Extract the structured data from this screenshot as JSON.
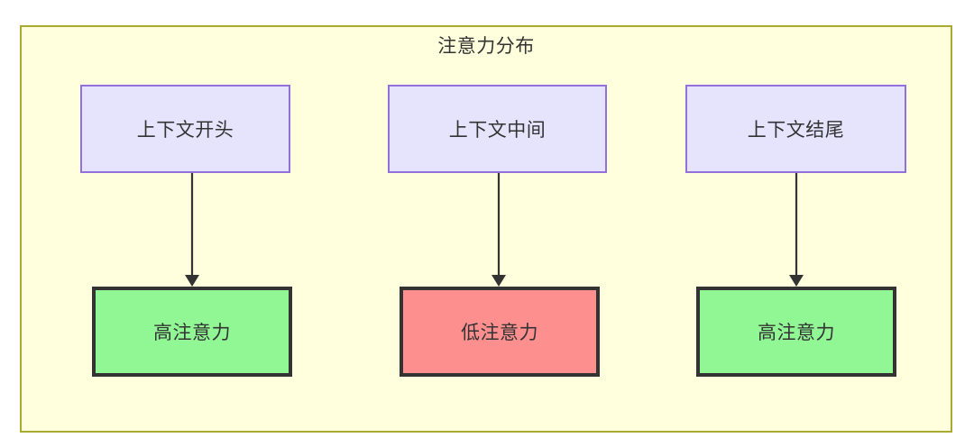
{
  "diagram": {
    "title": "注意力分布",
    "background_color": "#ffffdd",
    "border_color": "#aaaa33",
    "type": "flowchart",
    "columns": [
      {
        "source": {
          "label": "上下文开头",
          "fill": "#e6e3fc",
          "stroke": "#9370db"
        },
        "target": {
          "label": "高注意力",
          "fill": "#90f794",
          "stroke": "#333333"
        },
        "edge": {
          "from": "上下文开头",
          "to": "高注意力",
          "arrowhead": "solid-triangle",
          "color": "#333333"
        }
      },
      {
        "source": {
          "label": "上下文中间",
          "fill": "#e6e3fc",
          "stroke": "#9370db"
        },
        "target": {
          "label": "低注意力",
          "fill": "#fd8f8f",
          "stroke": "#333333"
        },
        "edge": {
          "from": "上下文中间",
          "to": "低注意力",
          "arrowhead": "solid-triangle",
          "color": "#333333"
        }
      },
      {
        "source": {
          "label": "上下文结尾",
          "fill": "#e6e3fc",
          "stroke": "#9370db"
        },
        "target": {
          "label": "高注意力",
          "fill": "#90f794",
          "stroke": "#333333"
        },
        "edge": {
          "from": "上下文结尾",
          "to": "高注意力",
          "arrowhead": "solid-triangle",
          "color": "#333333"
        }
      }
    ]
  }
}
